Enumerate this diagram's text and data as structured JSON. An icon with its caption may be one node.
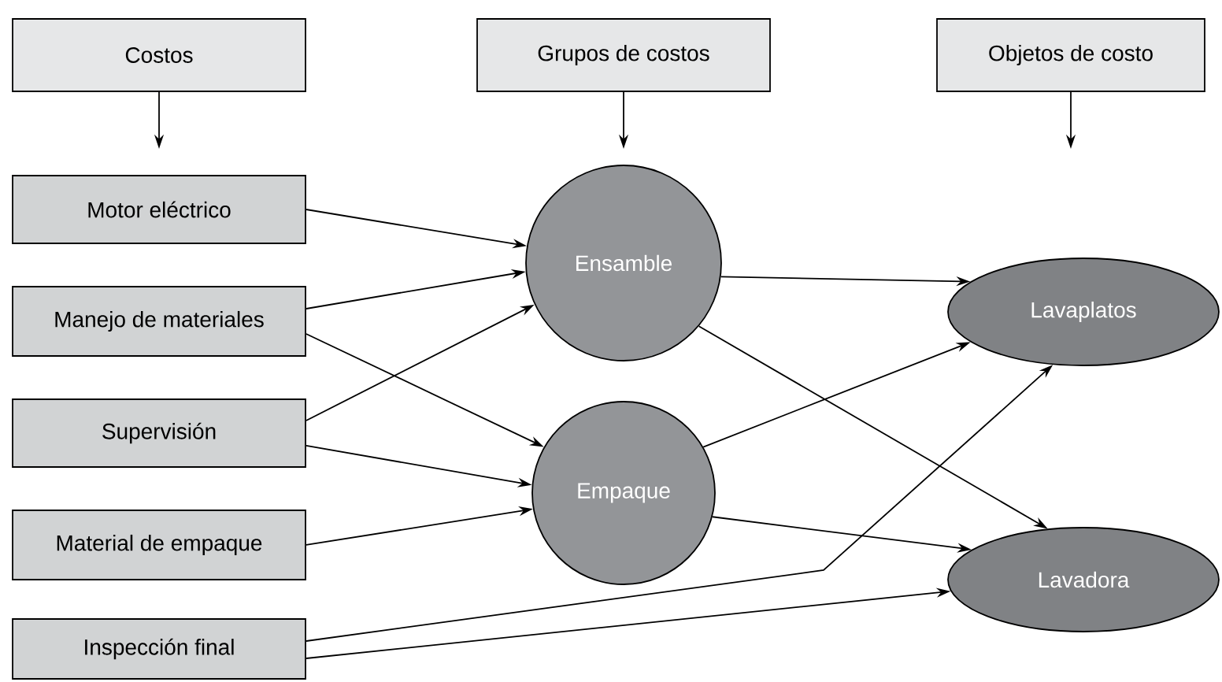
{
  "diagram": {
    "nodes": [
      {
        "text": [
          "Costos"
        ]
      },
      {
        "text": [
          "Grupos de costos"
        ]
      },
      {
        "text": [
          "Objetos de costo"
        ]
      },
      {
        "text": [
          "Motor eléctrico"
        ]
      },
      {
        "text": [
          "Manejo de materiales"
        ]
      },
      {
        "text": [
          "Supervisión"
        ]
      },
      {
        "text": [
          "Material de empaque"
        ]
      },
      {
        "text": [
          "Inspección final"
        ]
      },
      {
        "text": [
          "Ensamble"
        ]
      },
      {
        "text": [
          "Empaque"
        ]
      },
      {
        "text": [
          "Lavaplatos"
        ]
      },
      {
        "text": [
          "Lavadora"
        ]
      }
    ],
    "edges": [
      {
        "from": 0,
        "to": null,
        "arrow": "to"
      },
      {
        "from": 1,
        "to": null,
        "arrow": "to"
      },
      {
        "from": 2,
        "to": null,
        "arrow": "to"
      },
      {
        "from": 3,
        "to": 8,
        "arrow": "to"
      },
      {
        "from": 4,
        "to": 8,
        "arrow": "to"
      },
      {
        "from": 5,
        "to": 8,
        "arrow": "to"
      },
      {
        "from": 4,
        "to": 9,
        "arrow": "to"
      },
      {
        "from": 5,
        "to": 9,
        "arrow": "to"
      },
      {
        "from": 6,
        "to": 9,
        "arrow": "to"
      },
      {
        "from": 8,
        "to": 10,
        "arrow": "to"
      },
      {
        "from": 8,
        "to": 11,
        "arrow": "to"
      },
      {
        "from": 9,
        "to": 10,
        "arrow": "to"
      },
      {
        "from": 9,
        "to": 11,
        "arrow": "to"
      },
      {
        "from": 7,
        "to": 10,
        "arrow": "to"
      },
      {
        "from": 7,
        "to": 11,
        "arrow": "to"
      }
    ]
  }
}
